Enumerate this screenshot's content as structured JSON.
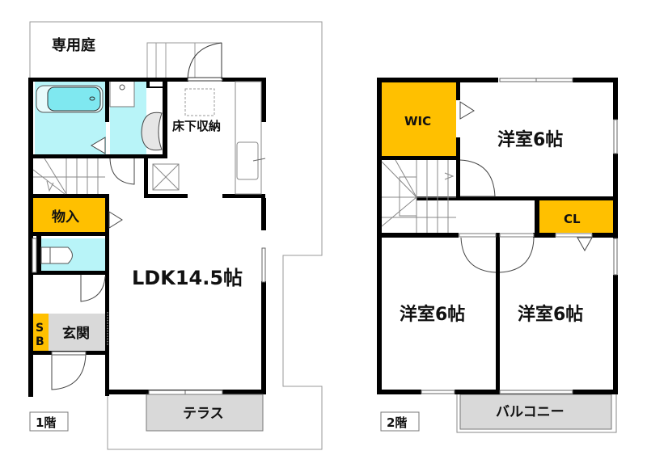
{
  "floor1": {
    "floor_label": "1階",
    "garden_label": "専用庭",
    "underfloor_label": "床下収納",
    "storage_label": "物入",
    "ldk_label": "LDK14.5帖",
    "shoebox_s": "S",
    "shoebox_b": "B",
    "entrance_label": "玄関",
    "terrace_label": "テラス"
  },
  "floor2": {
    "floor_label": "2階",
    "wic_label": "WIC",
    "room_ne_label": "洋室6帖",
    "cl_label": "CL",
    "room_sw_label": "洋室6帖",
    "room_se_label": "洋室6帖",
    "balcony_label": "バルコニー"
  },
  "colors": {
    "wall": "#000000",
    "storage": "#ffc000",
    "wet_area": "#b8f4f8",
    "bathtub": "#7fe8f0",
    "entrance": "#d9d9d9",
    "terrace": "#d9d9d9",
    "outline": "#999999"
  }
}
